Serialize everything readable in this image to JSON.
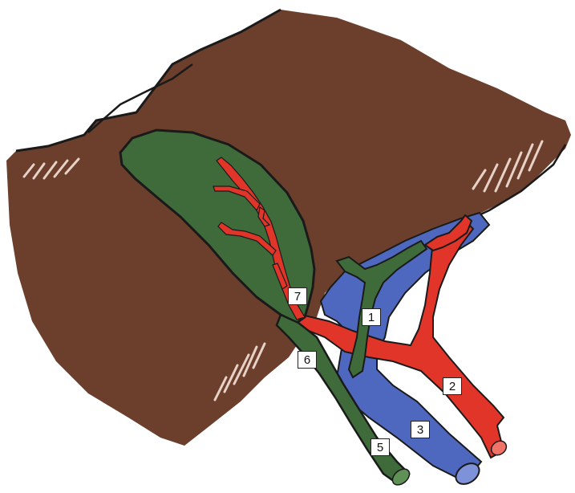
{
  "colors": {
    "liver": "#6b3f2c",
    "liver_dark": "#4e2c1e",
    "outline": "#1a1a1a",
    "gallbladder": "#3f6b3a",
    "gallbladder_light": "#4f8048",
    "vein": "#4f68bf",
    "artery": "#e2352a",
    "background": "#ffffff"
  },
  "labels": [
    "7",
    "1",
    "6",
    "2",
    "3",
    "5"
  ]
}
